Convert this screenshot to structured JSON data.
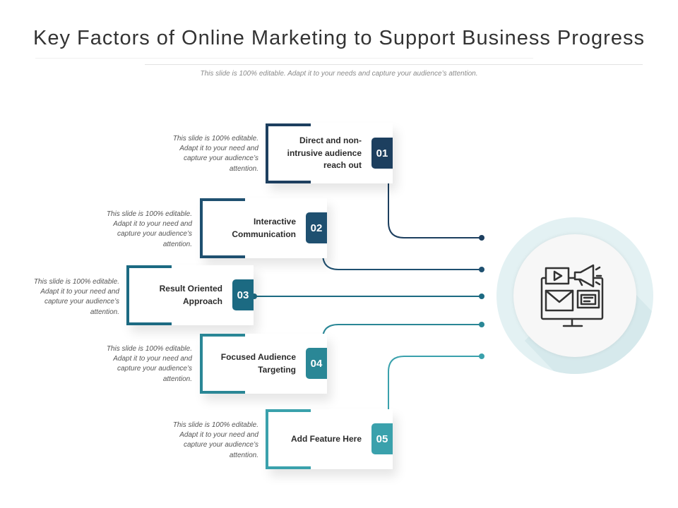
{
  "title": "Key Factors of Online Marketing to Support Business Progress",
  "subtitle": "This slide is 100% editable. Adapt it to your needs and capture your audience’s attention.",
  "colors": {
    "c1": "#1d3f5f",
    "c2": "#1f5070",
    "c3": "#1c6a82",
    "c4": "#2a8796",
    "c5": "#3aa1ac",
    "circle": "#e3f1f3"
  },
  "items": [
    {
      "number": "01",
      "label": "Direct and non-intrusive audience reach out",
      "desc": "This slide is 100% editable. Adapt it to your need and capture your audience’s attention."
    },
    {
      "number": "02",
      "label": "Interactive Communication",
      "desc": "This slide is 100% editable. Adapt it to your need and capture your audience’s attention."
    },
    {
      "number": "03",
      "label": "Result Oriented Approach",
      "desc": "This slide is 100% editable. Adapt it to your need and capture your audience’s attention."
    },
    {
      "number": "04",
      "label": "Focused Audience Targeting",
      "desc": "This slide is 100% editable. Adapt it to your need and capture your audience’s attention."
    },
    {
      "number": "05",
      "label": "Add Feature Here",
      "desc": "This slide is 100% editable. Adapt it to your need and capture your audience’s attention."
    }
  ],
  "center_icon": "digital-marketing-monitor-icon"
}
